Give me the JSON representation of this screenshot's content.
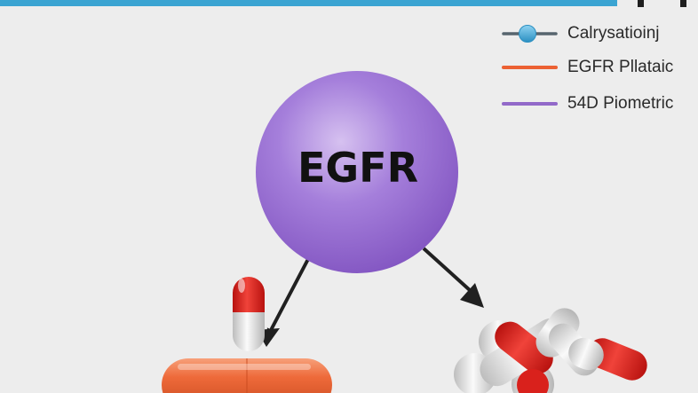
{
  "diagram": {
    "center_node": {
      "label": "EGFR"
    },
    "legend": [
      {
        "label": "Calrysatioinj",
        "color": "#3ea7d8",
        "line_color": "#56656e",
        "marker": "dot"
      },
      {
        "label": "EGFR Pllataic",
        "color": "#ec6133"
      },
      {
        "label": "54D Piometric",
        "color": "#9269c9"
      }
    ],
    "colors": {
      "top_bar": "#3ba4d2",
      "node": "#9a6cd2",
      "capsule_red": "#d9211c",
      "capsule_white": "#ececec",
      "pill_orange": "#ee6a3a",
      "arrow": "#202020"
    }
  }
}
